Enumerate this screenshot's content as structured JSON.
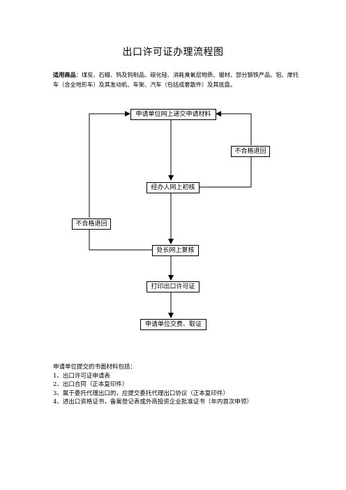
{
  "document": {
    "title": "出口许可证办理流程图",
    "scope_label": "适用商品",
    "scope_text": "：煤炭、石蜡、钨及钨制品、碳化硅、消耗臭氧层物质、锯材、部分钢铁产品、铝、摩托车（含全地形车）及其发动机、车架、汽车（包括成套散件）及其底盘。"
  },
  "flowchart": {
    "step1": "申请单位网上递交申请材料",
    "step2": "经办人网上初核",
    "step3": "处长网上复核",
    "step4": "打印出口许可证",
    "step5": "申请单位交费、取证",
    "reject_right": "不合格退回",
    "reject_left": "不合格退回"
  },
  "notes": {
    "heading": "申请单位提交的书面材料包括：",
    "items": [
      "1、出口许可证申请表",
      "2、出口合同（正本复印件）",
      "3、属于委托代理出口的，应提交委托代理出口协议（正本复印件）",
      "4、进出口资格证书，备案登记表或外商投资企业批准证书（年内首次申领）"
    ]
  }
}
